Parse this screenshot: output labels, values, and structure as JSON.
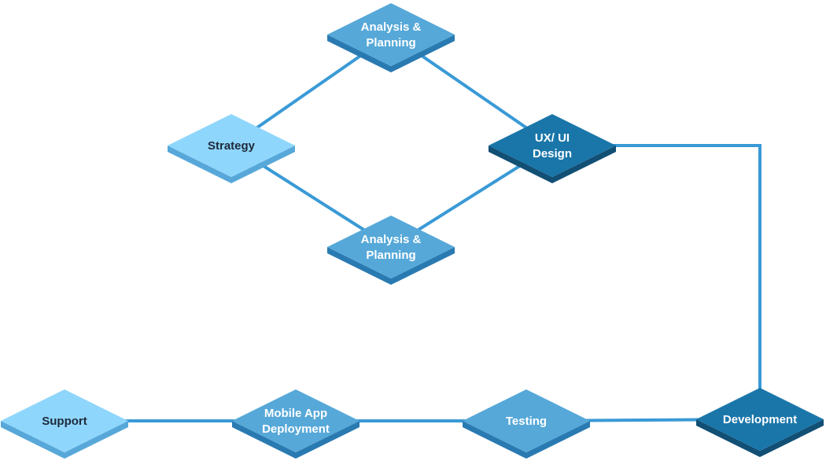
{
  "colors": {
    "connector": "#3a9ad6",
    "light_top": "#8fd6fc",
    "light_side": "#57a8d9",
    "mid_top": "#56a8d8",
    "mid_side": "#2a7ab2",
    "dark_top": "#1a76a9",
    "dark_side": "#124f75",
    "text_light": "#1e2a3a",
    "text_white": "#ffffff"
  },
  "nodes": [
    {
      "id": "analysis-planning-top",
      "lines": [
        "Analysis &",
        "Planning"
      ],
      "shade": "mid"
    },
    {
      "id": "strategy",
      "lines": [
        "Strategy"
      ],
      "shade": "light"
    },
    {
      "id": "ux-ui-design",
      "lines": [
        "UX/ UI",
        "Design"
      ],
      "shade": "dark"
    },
    {
      "id": "analysis-planning-bottom",
      "lines": [
        "Analysis &",
        "Planning"
      ],
      "shade": "mid"
    },
    {
      "id": "development",
      "lines": [
        "Development"
      ],
      "shade": "dark"
    },
    {
      "id": "testing",
      "lines": [
        "Testing"
      ],
      "shade": "mid"
    },
    {
      "id": "mobile-app-deployment",
      "lines": [
        "Mobile App",
        "Deployment"
      ],
      "shade": "mid"
    },
    {
      "id": "support",
      "lines": [
        "Support"
      ],
      "shade": "light"
    }
  ],
  "edges": [
    {
      "from": "strategy",
      "to": "analysis-planning-top"
    },
    {
      "from": "analysis-planning-top",
      "to": "ux-ui-design"
    },
    {
      "from": "strategy",
      "to": "analysis-planning-bottom"
    },
    {
      "from": "analysis-planning-bottom",
      "to": "ux-ui-design"
    },
    {
      "from": "ux-ui-design",
      "to": "development"
    },
    {
      "from": "development",
      "to": "testing"
    },
    {
      "from": "testing",
      "to": "mobile-app-deployment"
    },
    {
      "from": "mobile-app-deployment",
      "to": "support"
    }
  ]
}
